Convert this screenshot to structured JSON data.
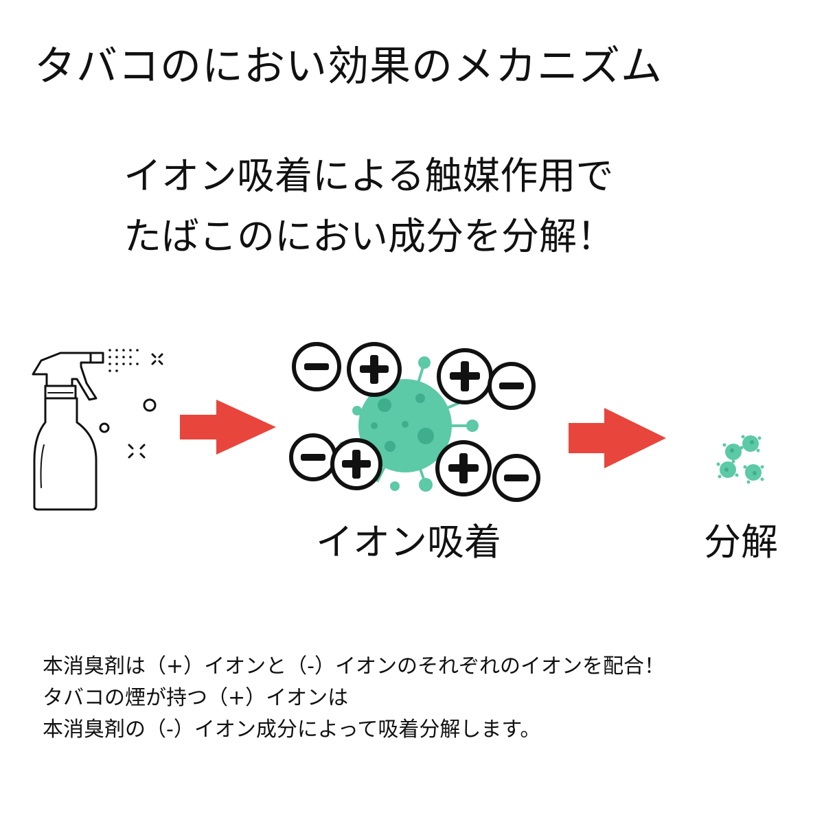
{
  "title": "タバコのにおい効果のメカニズム",
  "subtitle": {
    "line1": "イオン吸着による触媒作用で",
    "line2": "たばこのにおい成分を分解！"
  },
  "diagram": {
    "steps": [
      {
        "icon": "spray-bottle-icon"
      },
      {
        "icon": "virus-with-ions-icon",
        "label": "イオン吸着"
      },
      {
        "icon": "decomposed-particles-icon",
        "label": "分解"
      }
    ],
    "colors": {
      "arrow": "#e8453c",
      "virus": "#5cc9a7",
      "virus_dark": "#3fae8c",
      "ion_stroke": "#111111"
    }
  },
  "description": {
    "line1": "本消臭剤は（+）イオンと（-）イオンのそれぞれのイオンを配合！",
    "line2": "タバコの煙が持つ（+）イオンは",
    "line3": "本消臭剤の（-）イオン成分によって吸着分解します。"
  }
}
